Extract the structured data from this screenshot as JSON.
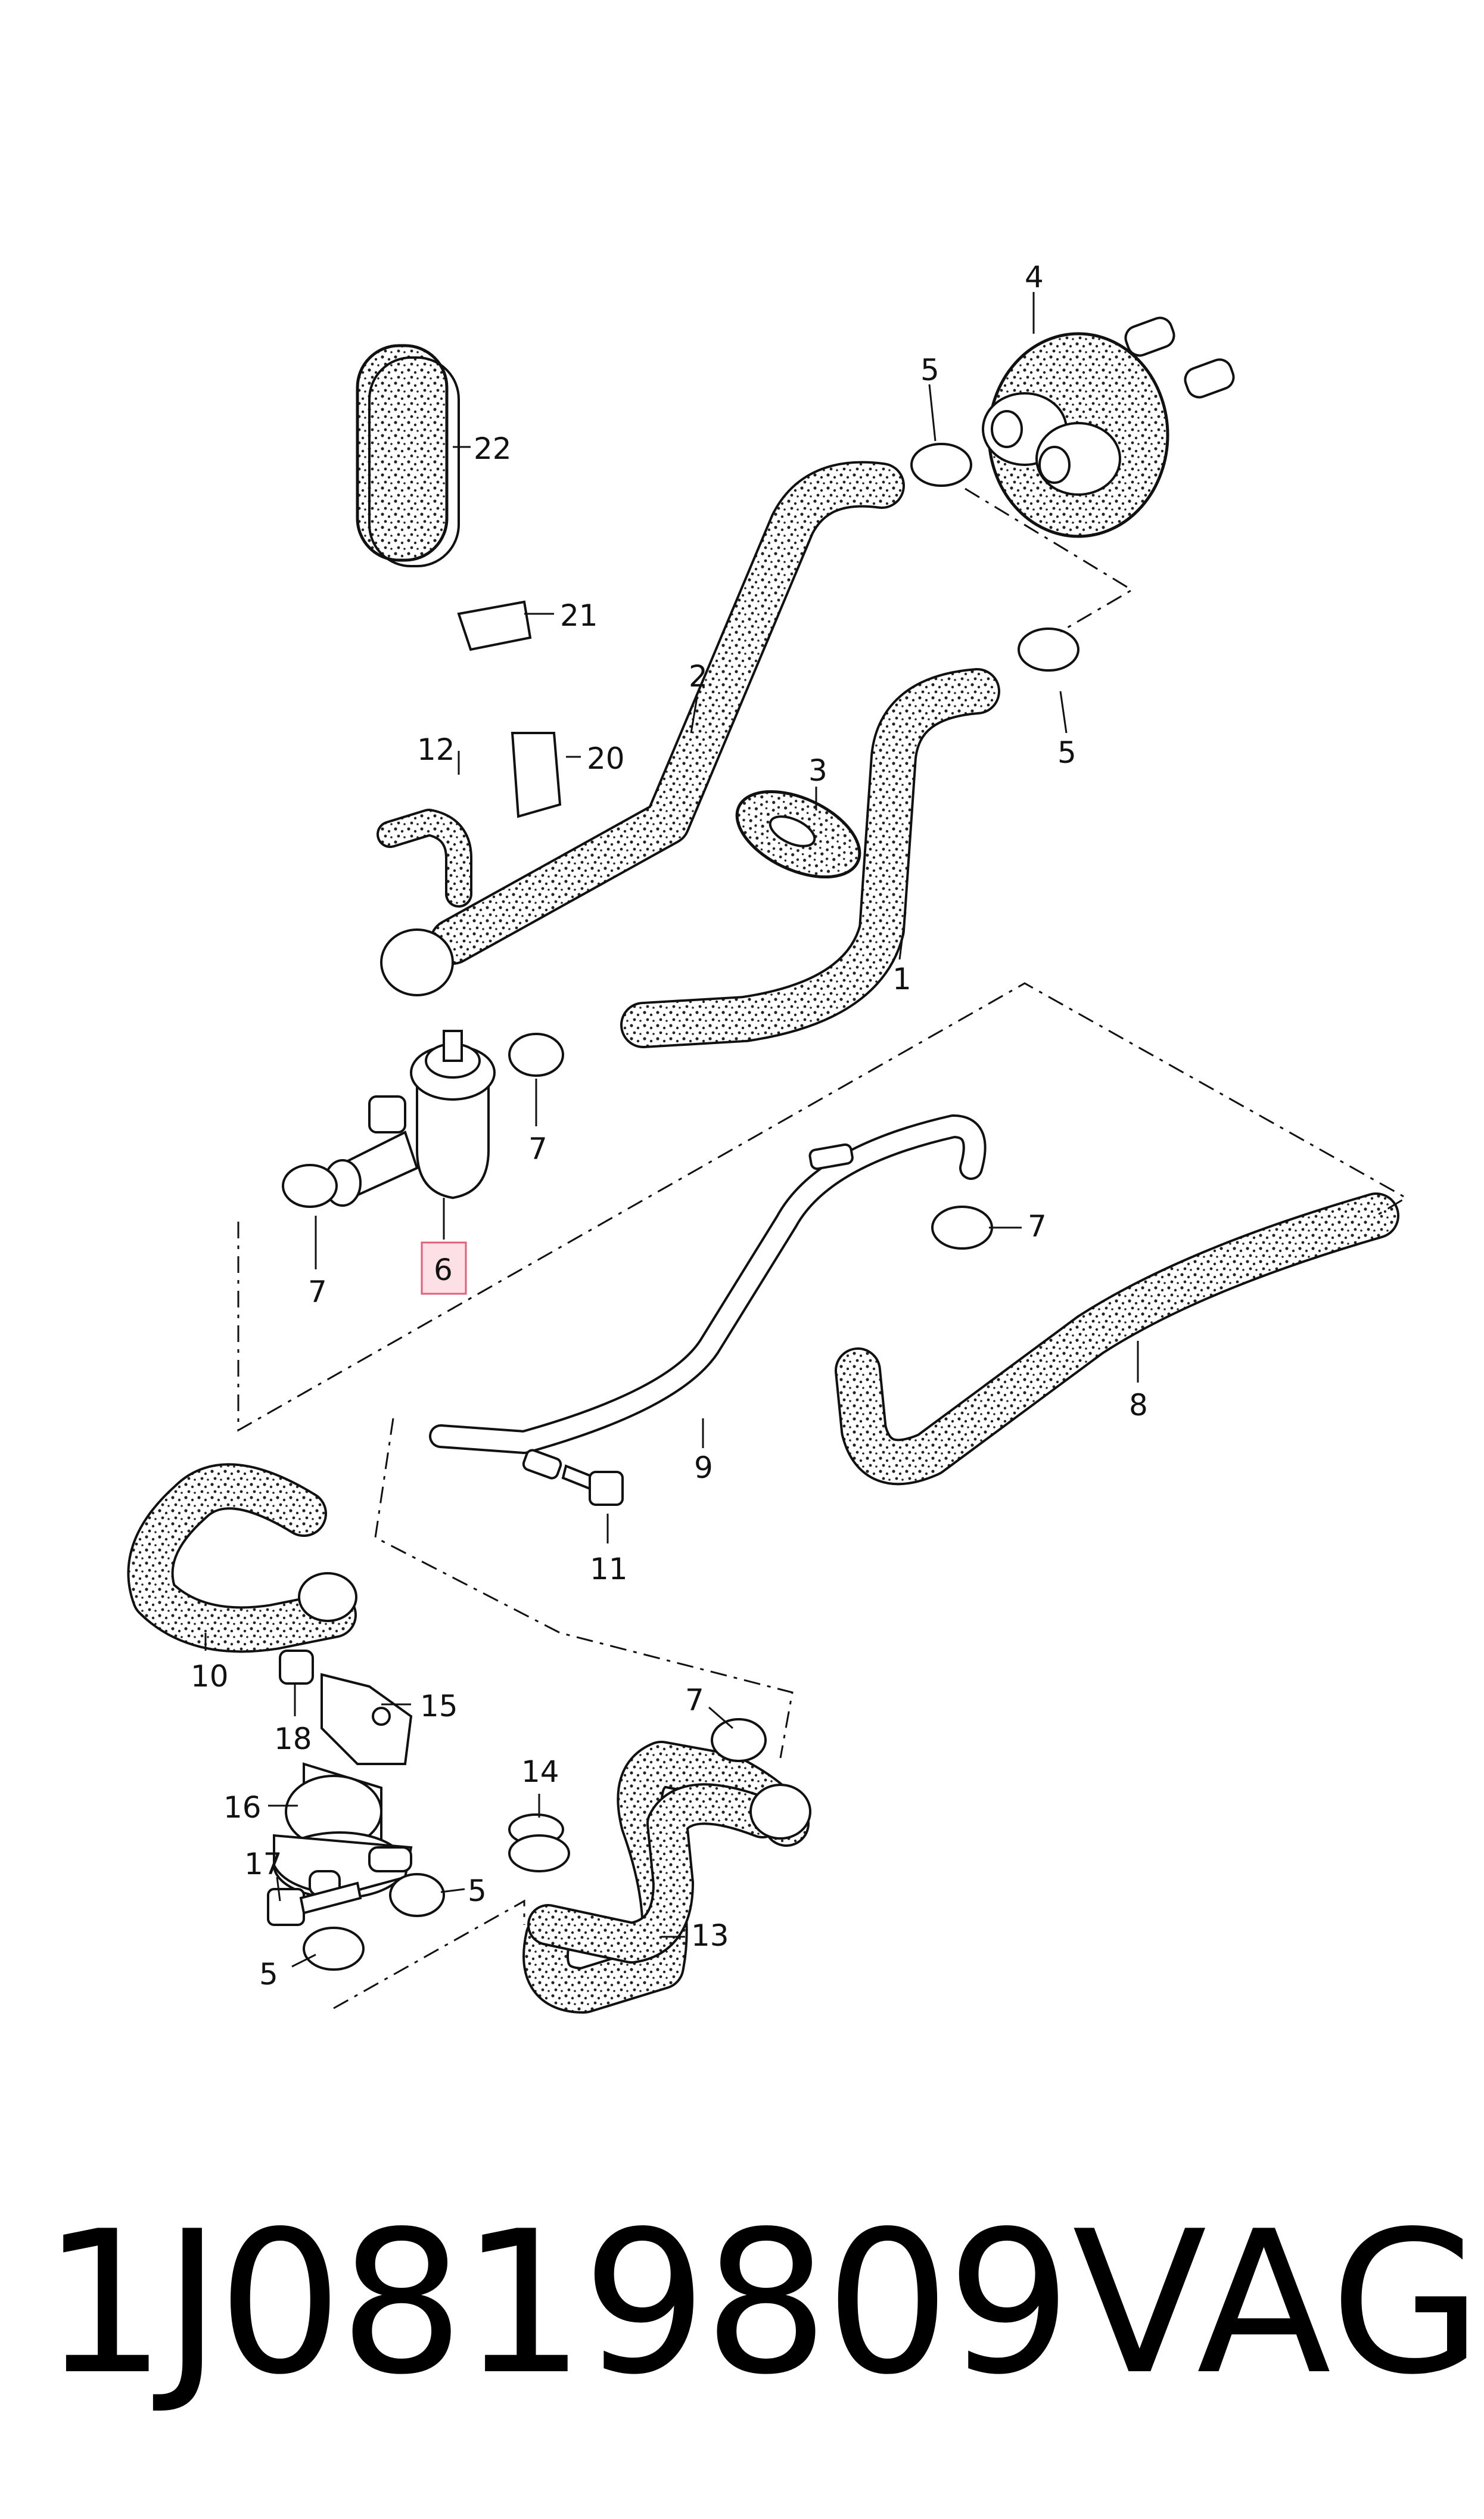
{
  "diagram": {
    "callouts": [
      {
        "id": "c1",
        "text": "1"
      },
      {
        "id": "c2",
        "text": "2"
      },
      {
        "id": "c3",
        "text": "3"
      },
      {
        "id": "c4",
        "text": "4"
      },
      {
        "id": "c5a",
        "text": "5"
      },
      {
        "id": "c5b",
        "text": "5"
      },
      {
        "id": "c5c",
        "text": "5"
      },
      {
        "id": "c5d",
        "text": "5"
      },
      {
        "id": "c6",
        "text": "6"
      },
      {
        "id": "c7a",
        "text": "7"
      },
      {
        "id": "c7b",
        "text": "7"
      },
      {
        "id": "c7c",
        "text": "7"
      },
      {
        "id": "c7d",
        "text": "7"
      },
      {
        "id": "c8",
        "text": "8"
      },
      {
        "id": "c9",
        "text": "9"
      },
      {
        "id": "c10",
        "text": "10"
      },
      {
        "id": "c11",
        "text": "11"
      },
      {
        "id": "c12",
        "text": "12"
      },
      {
        "id": "c13",
        "text": "13"
      },
      {
        "id": "c14",
        "text": "14"
      },
      {
        "id": "c15",
        "text": "15"
      },
      {
        "id": "c16",
        "text": "16"
      },
      {
        "id": "c17",
        "text": "17"
      },
      {
        "id": "c18",
        "text": "18"
      },
      {
        "id": "c20",
        "text": "20"
      },
      {
        "id": "c21",
        "text": "21"
      },
      {
        "id": "c22",
        "text": "22"
      }
    ],
    "highlighted_callout": "6",
    "colors": {
      "line": "#111111",
      "highlight_fill": "#fde0e6",
      "highlight_stroke": "#e0607a"
    }
  },
  "footer": {
    "part_number": "1J0819809",
    "brand": "VAG"
  }
}
